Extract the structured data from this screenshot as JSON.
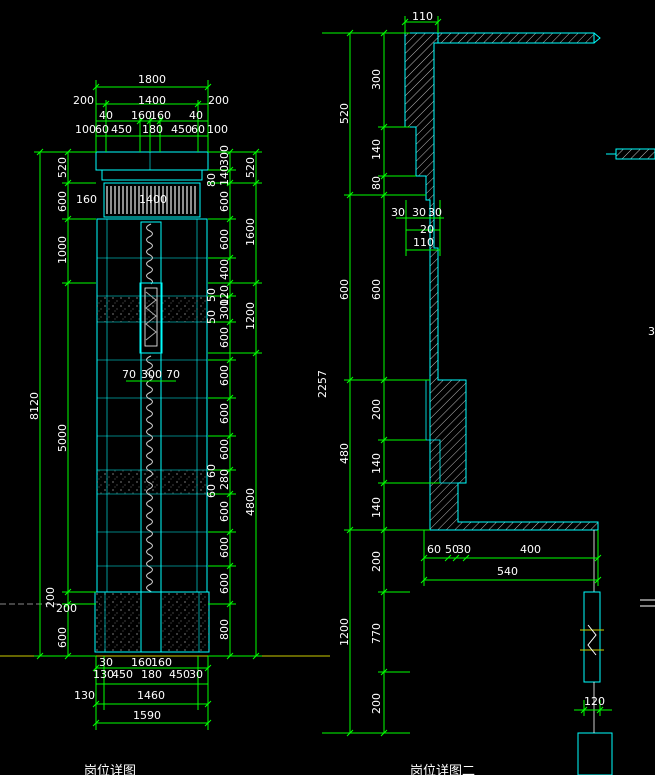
{
  "elevation_left": {
    "title": "岗位详图",
    "top_dims": [
      "1800",
      "200",
      "1400",
      "200",
      "40",
      "160",
      "160",
      "40",
      "100",
      "60",
      "450",
      "180",
      "450",
      "60",
      "100"
    ],
    "cap_label": "1400",
    "cap_side": "160",
    "left_dims": [
      "520",
      "600",
      "1000",
      "5000",
      "8120",
      "200",
      "200",
      "600"
    ],
    "right_dims": [
      "300",
      "80",
      "140",
      "520",
      "600",
      "600",
      "1600",
      "400",
      "50",
      "50",
      "120",
      "300",
      "1200",
      "600",
      "600",
      "600",
      "600",
      "60",
      "60",
      "280",
      "600",
      "4800",
      "600",
      "600",
      "800"
    ],
    "panel_dims": [
      "70",
      "300",
      "70"
    ],
    "bottom_dims": [
      "30",
      "160",
      "160",
      "130",
      "450",
      "180",
      "450",
      "30",
      "1460",
      "130",
      "1590"
    ]
  },
  "section_right": {
    "title": "岗位详图二",
    "top_dim": "110",
    "outer_dims": [
      "2257",
      "520",
      "600",
      "480",
      "1200"
    ],
    "inner_dims": [
      "300",
      "140",
      "80",
      "600",
      "200",
      "140",
      "140",
      "200",
      "770",
      "200"
    ],
    "small_dims": [
      "30",
      "30",
      "30",
      "20",
      "110"
    ],
    "base_dims": [
      "60",
      "50",
      "30",
      "400",
      "540"
    ],
    "footing_dim": "120",
    "edge_label": "3"
  },
  "colors": {
    "background": "#000000",
    "outline": "#00ffff",
    "dimension": "#00ff00",
    "text": "#ffffff",
    "hatch": "#bbbbbb",
    "grey": "#888888"
  }
}
